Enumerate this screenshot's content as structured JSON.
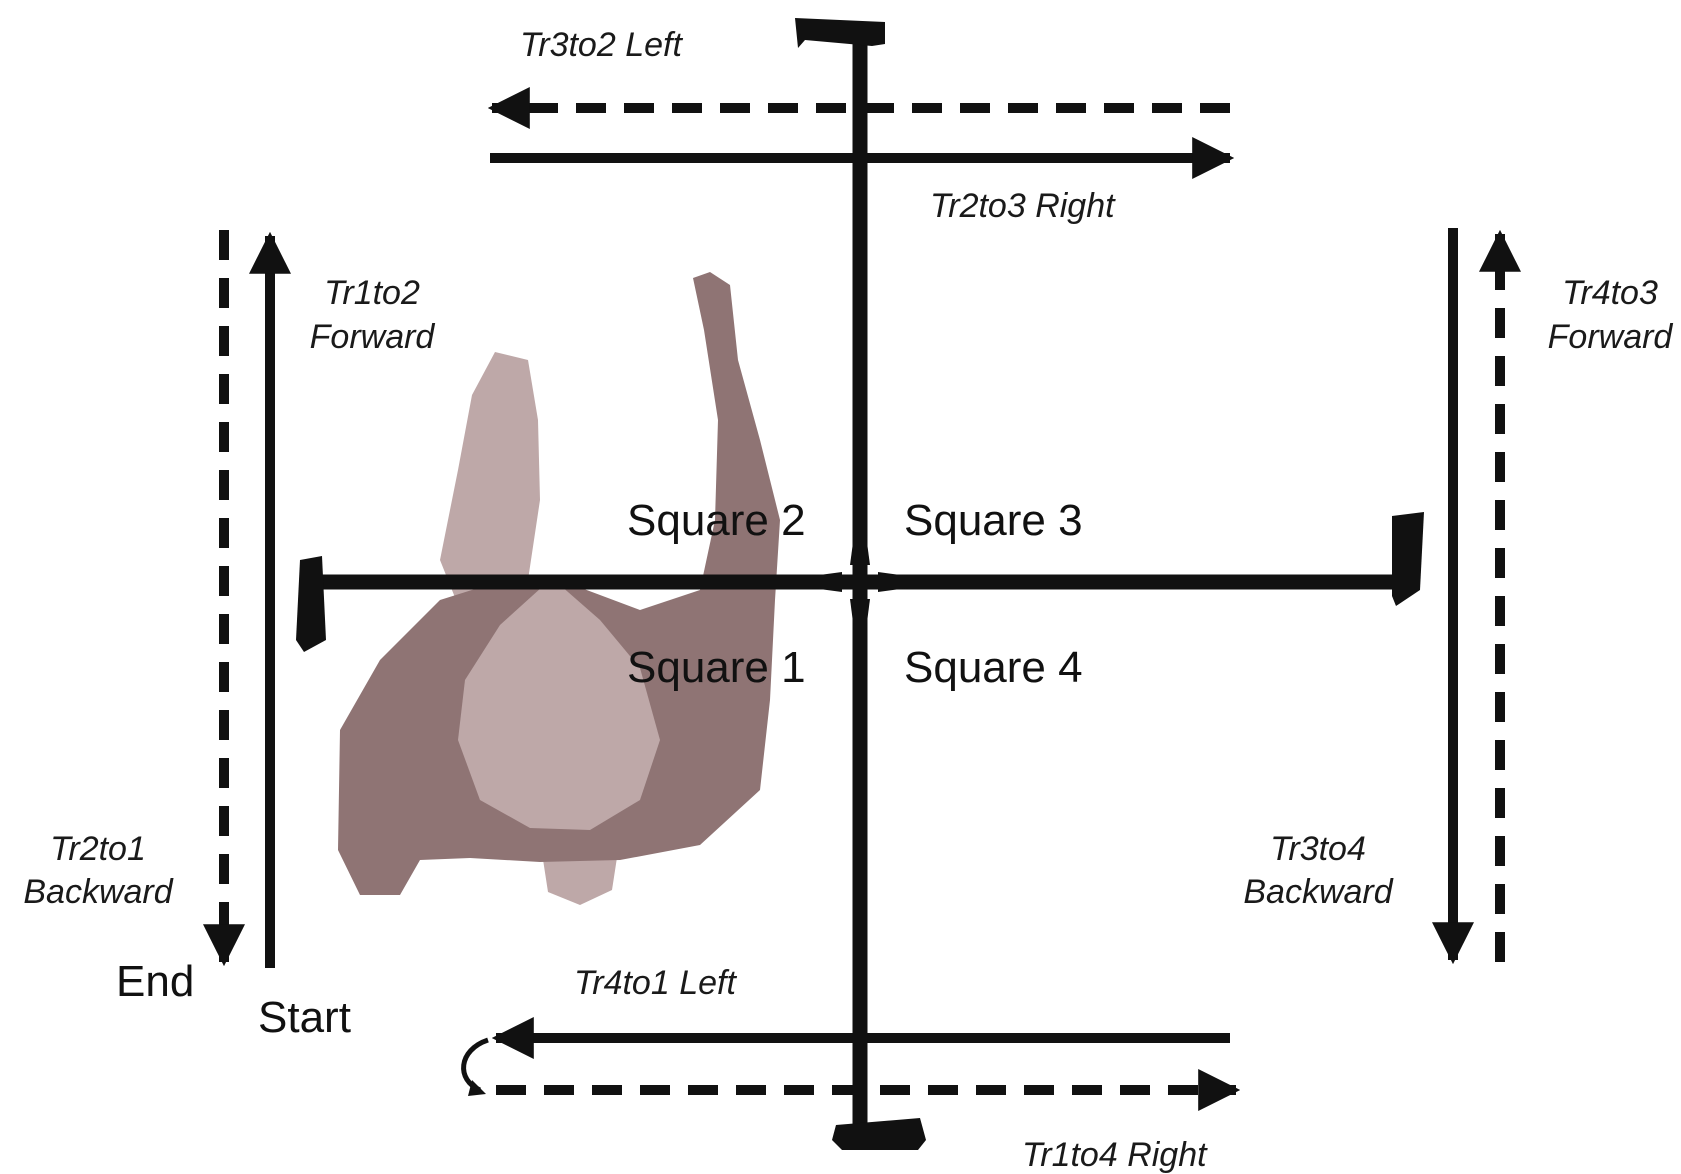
{
  "squares": [
    "Square 2",
    "Square 3",
    "Square 1",
    "Square 4"
  ],
  "markers": {
    "start": "Start",
    "end": "End"
  },
  "transitions": {
    "tr3to2": "Tr3to2 Left",
    "tr2to3": "Tr2to3 Right",
    "tr1to2_a": "Tr1to2",
    "tr1to2_b": "Forward",
    "tr4to3_a": "Tr4to3",
    "tr4to3_b": "Forward",
    "tr2to1_a": "Tr2to1",
    "tr2to1_b": "Backward",
    "tr3to4_a": "Tr3to4",
    "tr3to4_b": "Backward",
    "tr4to1": "Tr4to1 Left",
    "tr1to4": "Tr1to4 Right"
  },
  "colors": {
    "line": "#111111",
    "person_dark": "#8f7474",
    "person_light": "#bea8a8"
  }
}
